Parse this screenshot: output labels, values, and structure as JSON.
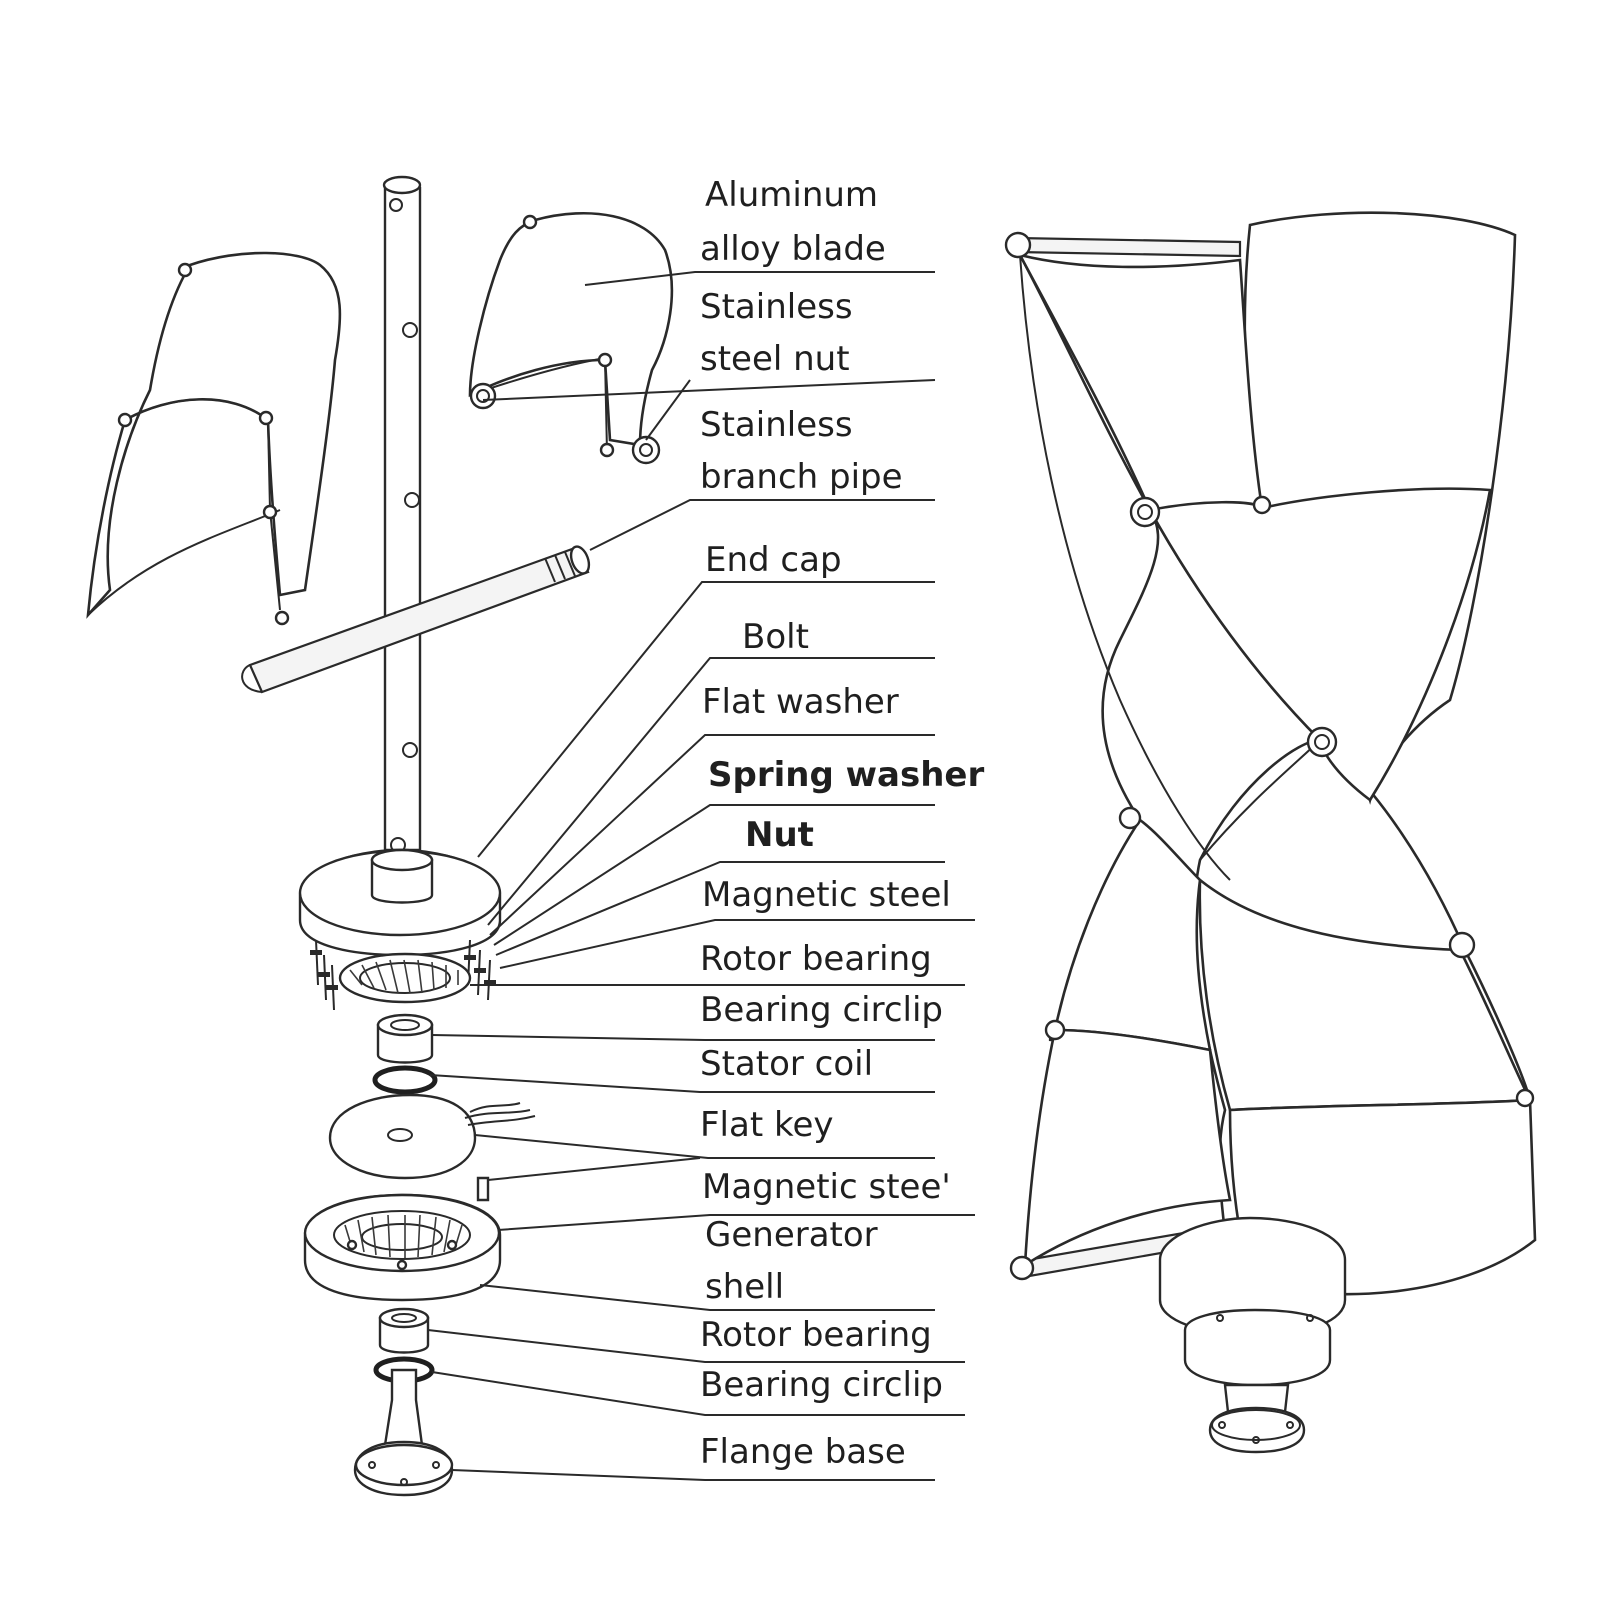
{
  "labels": [
    {
      "id": "aluminum-alloy-blade-l1",
      "text": "Aluminum"
    },
    {
      "id": "aluminum-alloy-blade-l2",
      "text": "alloy blade"
    },
    {
      "id": "stainless-steel-nut-l1",
      "text": "Stainless"
    },
    {
      "id": "stainless-steel-nut-l2",
      "text": "steel nut"
    },
    {
      "id": "stainless-branch-pipe-l1",
      "text": "Stainless"
    },
    {
      "id": "stainless-branch-pipe-l2",
      "text": "branch pipe"
    },
    {
      "id": "end-cap",
      "text": "End cap"
    },
    {
      "id": "bolt",
      "text": "Bolt"
    },
    {
      "id": "flat-washer",
      "text": "Flat washer"
    },
    {
      "id": "spring-washer",
      "text": "Spring washer"
    },
    {
      "id": "nut",
      "text": "Nut"
    },
    {
      "id": "magnetic-steel-upper",
      "text": "Magnetic steel"
    },
    {
      "id": "rotor-bearing-upper",
      "text": "Rotor bearing"
    },
    {
      "id": "bearing-circlip-upper",
      "text": "Bearing circlip"
    },
    {
      "id": "stator-coil",
      "text": "Stator coil"
    },
    {
      "id": "flat-key",
      "text": "Flat key"
    },
    {
      "id": "magnetic-steel-lower",
      "text": "Magnetic stee'"
    },
    {
      "id": "generator-shell-l1",
      "text": "Generator"
    },
    {
      "id": "generator-shell-l2",
      "text": "shell"
    },
    {
      "id": "rotor-bearing-lower",
      "text": "Rotor bearing"
    },
    {
      "id": "bearing-circlip-lower",
      "text": "Bearing circlip"
    },
    {
      "id": "flange-base",
      "text": "Flange base"
    }
  ]
}
